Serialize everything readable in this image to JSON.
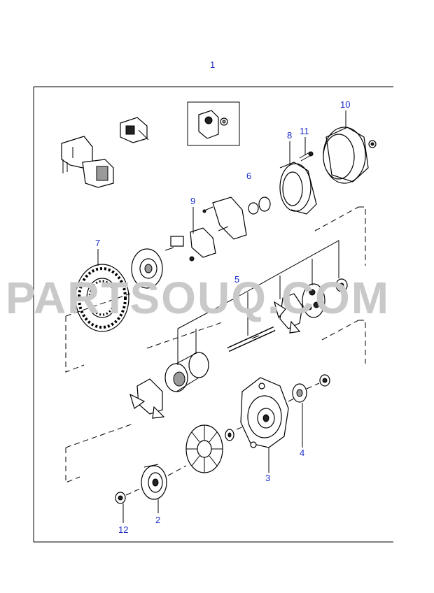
{
  "diagram": {
    "assembly_callout": "1",
    "callouts": [
      {
        "id": "callout-2",
        "label": "2"
      },
      {
        "id": "callout-3",
        "label": "3"
      },
      {
        "id": "callout-4",
        "label": "4"
      },
      {
        "id": "callout-5",
        "label": "5"
      },
      {
        "id": "callout-6",
        "label": "6"
      },
      {
        "id": "callout-7",
        "label": "7"
      },
      {
        "id": "callout-8",
        "label": "8"
      },
      {
        "id": "callout-9",
        "label": "9"
      },
      {
        "id": "callout-10",
        "label": "10"
      },
      {
        "id": "callout-11",
        "label": "11"
      },
      {
        "id": "callout-12",
        "label": "12"
      }
    ]
  },
  "watermark": {
    "text": "PARTSOUQ.COM"
  },
  "colors": {
    "callout": "#1a2ecc",
    "watermark": "#c9c9c9",
    "line": "#000000"
  }
}
